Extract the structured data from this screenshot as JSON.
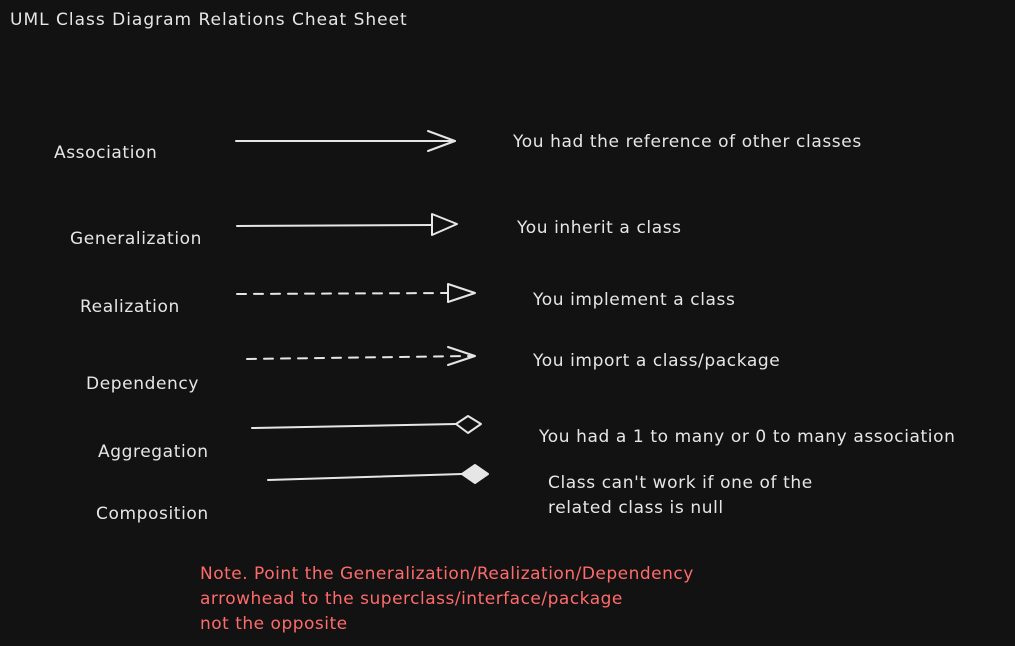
{
  "title": "UML Class Diagram Relations Cheat Sheet",
  "relations": [
    {
      "label": "Association",
      "description": "You had the reference of other classes"
    },
    {
      "label": "Generalization",
      "description": "You inherit a class"
    },
    {
      "label": "Realization",
      "description": "You implement a class"
    },
    {
      "label": "Dependency",
      "description": "You import a class/package"
    },
    {
      "label": "Aggregation",
      "description": "You had a 1 to many or 0 to many association"
    },
    {
      "label": "Composition",
      "description": "Class can't work if one of the\nrelated class is null"
    }
  ],
  "note": {
    "line1": "Note. Point the Generalization/Realization/Dependency",
    "line2": "arrowhead to the superclass/interface/package",
    "line3": "not the opposite"
  },
  "colors": {
    "background": "#121212",
    "stroke": "#e6e6e6",
    "note": "#ff6b6b"
  }
}
